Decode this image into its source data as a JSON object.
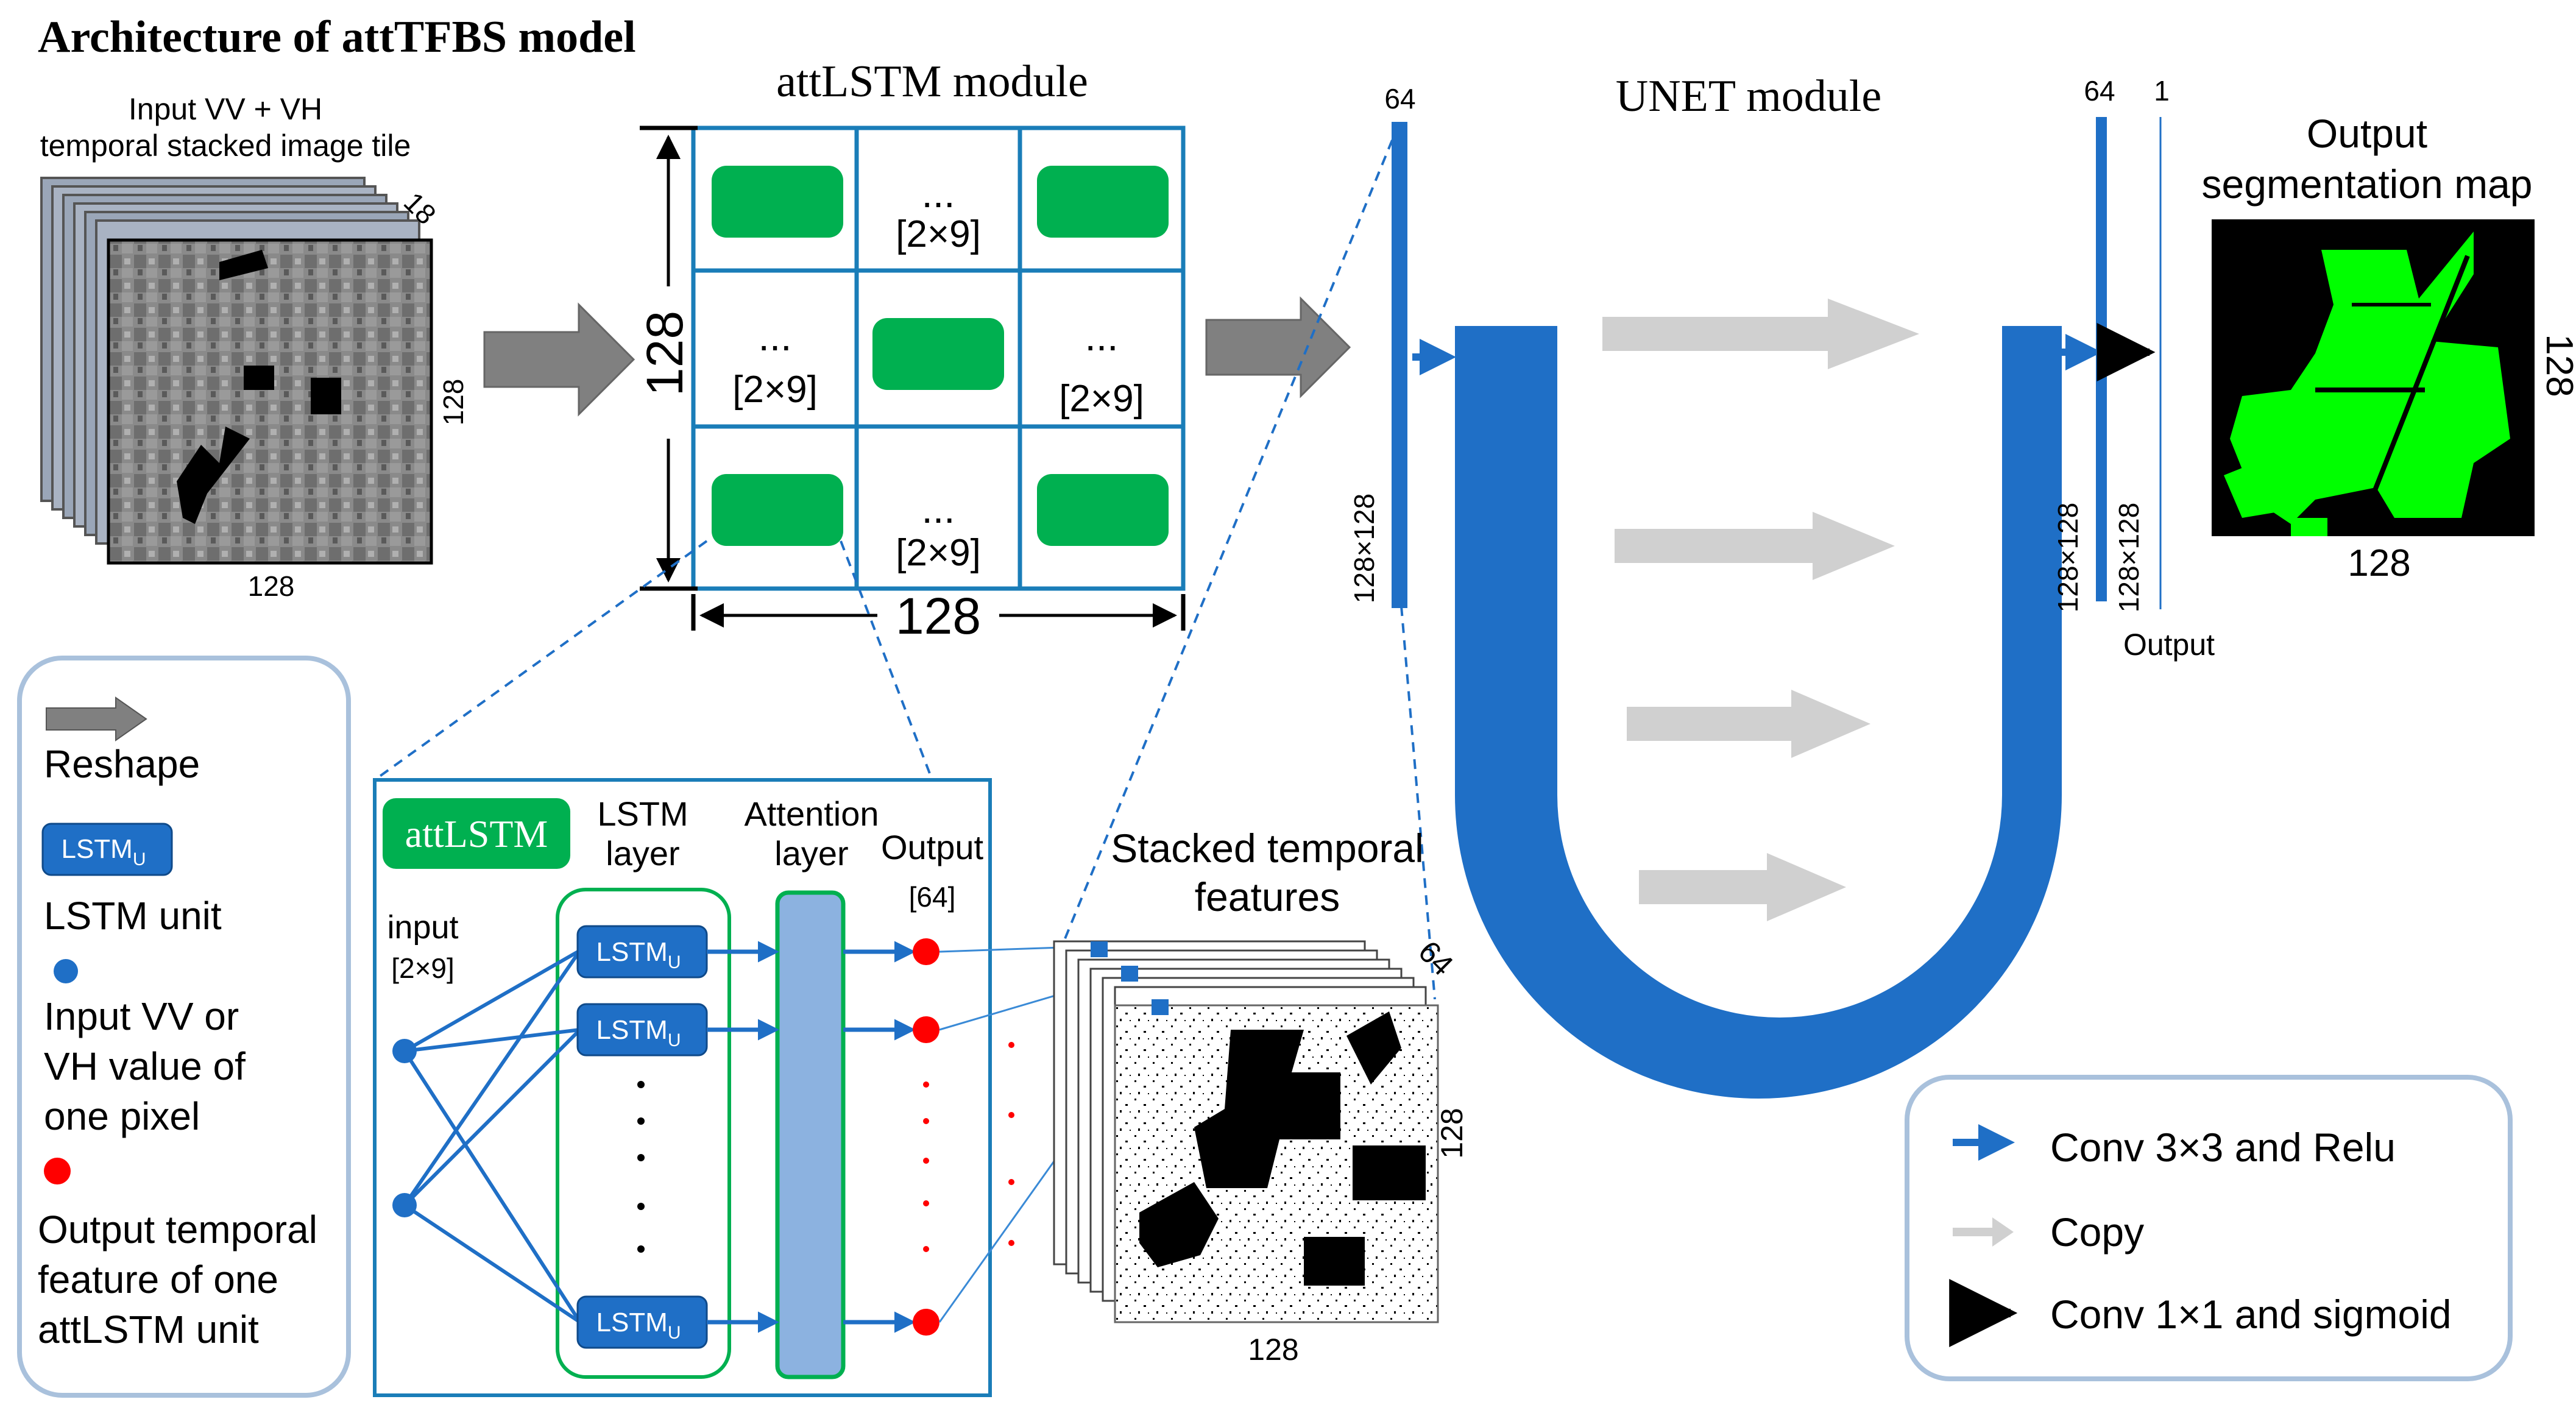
{
  "title": "Architecture of attTFBS model",
  "input_tile": {
    "caption_line1": "Input VV + VH",
    "caption_line2": "temporal stacked image tile",
    "stack_depth": "18",
    "side_label": "128",
    "bottom_label": "128"
  },
  "attlstm_module": {
    "title": "attLSTM module",
    "dots": "...",
    "cell_label": "[2×9]",
    "height_label": "128",
    "width_label": "128"
  },
  "detail": {
    "badge": "attLSTM",
    "lstm_layer_line1": "LSTM",
    "lstm_layer_line2": "layer",
    "attention_line1": "Attention",
    "attention_line2": "layer",
    "output_label": "Output",
    "output_dim": "[64]",
    "input_label": "input",
    "input_dim": "[2×9]",
    "lstm_unit_text": "LSTM",
    "lstm_unit_sub": "U"
  },
  "stacked_features": {
    "title_line1": "Stacked temporal",
    "title_line2": "features",
    "depth": "64",
    "side_label": "128",
    "bottom_label": "128"
  },
  "unet": {
    "title": "UNET module",
    "input_channels": "64",
    "input_size": "128×128",
    "out_channels_a": "64",
    "out_channels_b": "1",
    "out_size_a": "128×128",
    "out_size_b": "128×128",
    "output_label": "Output"
  },
  "output_map": {
    "title_line1": "Output",
    "title_line2": "segmentation map",
    "side_label": "128",
    "bottom_label": "128"
  },
  "legend_left": {
    "reshape": "Reshape",
    "lstm_unit": "LSTM unit",
    "input_value_line1": "Input VV or",
    "input_value_line2": "VH value of",
    "input_value_line3": "one pixel",
    "output_feature_line1": "Output temporal",
    "output_feature_line2": "feature of one",
    "output_feature_line3": "attLSTM unit"
  },
  "legend_right": {
    "conv3": "Conv 3×3 and Relu",
    "copy": "Copy",
    "conv1": "Conv 1×1 and sigmoid"
  },
  "colors": {
    "blue": "#1f6fc6",
    "green": "#00b050",
    "teal_grid": "#1a7db8",
    "gray_arrow": "#808080",
    "light_gray": "#d0d0d0",
    "red": "#ff0000",
    "bright_green": "#00ff00"
  }
}
